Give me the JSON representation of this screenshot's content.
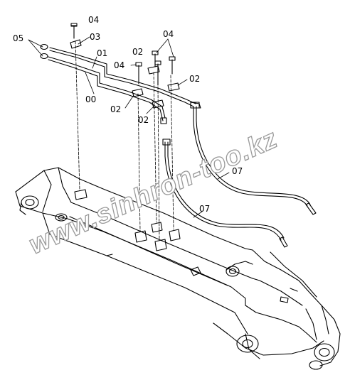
{
  "diagram": {
    "labels": {
      "l04_top": "04",
      "l03": "03",
      "l05": "05",
      "l01": "01",
      "l00": "00",
      "l02_a": "02",
      "l04_mid": "04",
      "l04_right": "04",
      "l02_right": "02",
      "l02_lower": "02",
      "l02_center": "02",
      "l07_upper": "07",
      "l07_lower": "07"
    },
    "watermark": "www.sinhron-too.kz"
  }
}
